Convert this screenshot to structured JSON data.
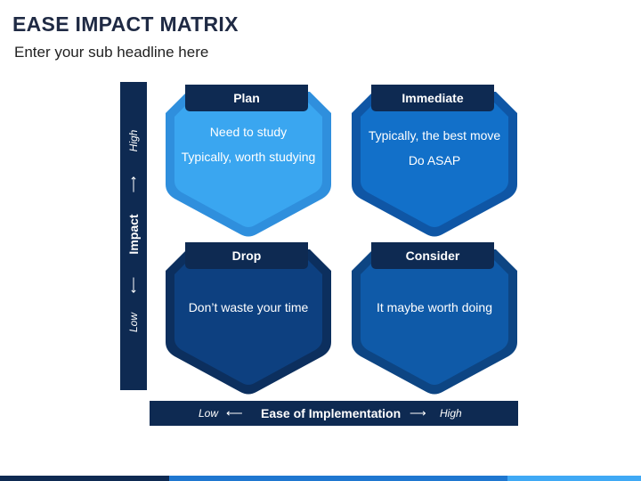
{
  "header": {
    "title": "EASE IMPACT MATRIX",
    "subtitle": "Enter your sub headline here"
  },
  "axes": {
    "vertical": {
      "label": "Impact",
      "high": "High",
      "low": "Low"
    },
    "horizontal": {
      "label": "Ease of Implementation",
      "low": "Low",
      "high": "High"
    }
  },
  "quadrants": [
    {
      "title": "Plan",
      "lines": [
        "Need to study",
        "Typically, worth studying"
      ],
      "outer_color": "#2f8fdd",
      "inner_color": "#3aa6f0"
    },
    {
      "title": "Immediate",
      "lines": [
        "Typically, the best move",
        "Do ASAP"
      ],
      "outer_color": "#0f56a5",
      "inner_color": "#1270c9"
    },
    {
      "title": "Drop",
      "lines": [
        "Don’t waste your time"
      ],
      "outer_color": "#0c2f5e",
      "inner_color": "#0d4080"
    },
    {
      "title": "Consider",
      "lines": [
        "It maybe worth doing"
      ],
      "outer_color": "#0d4583",
      "inner_color": "#0f5aa8"
    }
  ],
  "colors": {
    "navy": "#0e2a52",
    "footer": [
      "#0e2a52",
      "#1f77d0",
      "#3fa9f5"
    ]
  }
}
